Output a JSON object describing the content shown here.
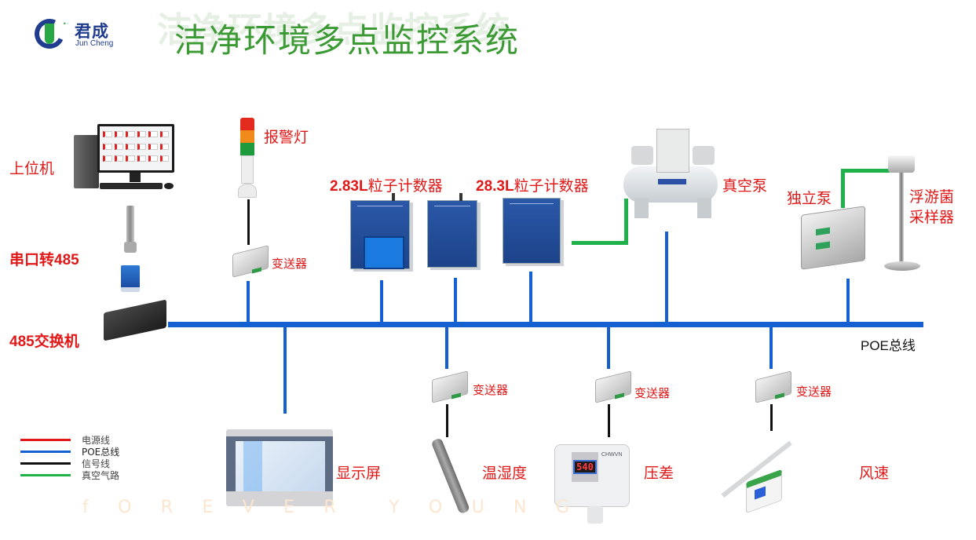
{
  "header": {
    "logo_cn": "君成",
    "logo_en": "Jun Cheng",
    "title": "洁净环境多点监控系统"
  },
  "colors": {
    "power_line": "#e01818",
    "poe_bus": "#1560d0",
    "signal_line": "#111111",
    "vacuum_line": "#1fb14a",
    "label_red": "#e01818",
    "title_green": "#3c9a35"
  },
  "devices": {
    "host_pc": "上位机",
    "serial_to_485": "串口转485",
    "switch_485": "485交换机",
    "alarm_light": "报警灯",
    "transmitter_alarm": "变送器",
    "counter_283": "2.83L粒子计数器",
    "counter_283_suffix_num": "2.83L",
    "counter_283_cn": "粒子计数器",
    "counter_283_num": "28.3L",
    "counter_283_cn2": "粒子计数器",
    "vacuum_pump": "真空泵",
    "standalone_pump": "独立泵",
    "plankton_sampler_line1": "浮游菌",
    "plankton_sampler_line2": "采样器",
    "display": "显示屏",
    "temp_humidity": "温湿度",
    "transmitter_th": "变送器",
    "diff_pressure": "压差",
    "transmitter_dp": "变送器",
    "air_speed": "风速",
    "transmitter_as": "变送器",
    "dp_reading": "540",
    "dp_brand": "CHWVN"
  },
  "bus": {
    "label": "POE总线"
  },
  "legend": [
    {
      "label": "电源线",
      "color": "#e01818"
    },
    {
      "label": "POE总线",
      "color": "#1560d0"
    },
    {
      "label": "信号线",
      "color": "#111111"
    },
    {
      "label": "真空气路",
      "color": "#1fb14a"
    }
  ],
  "watermark": [
    "f",
    "O",
    "R",
    "E",
    "V",
    "E",
    "R",
    "Y",
    "O",
    "U",
    "N",
    "G"
  ]
}
